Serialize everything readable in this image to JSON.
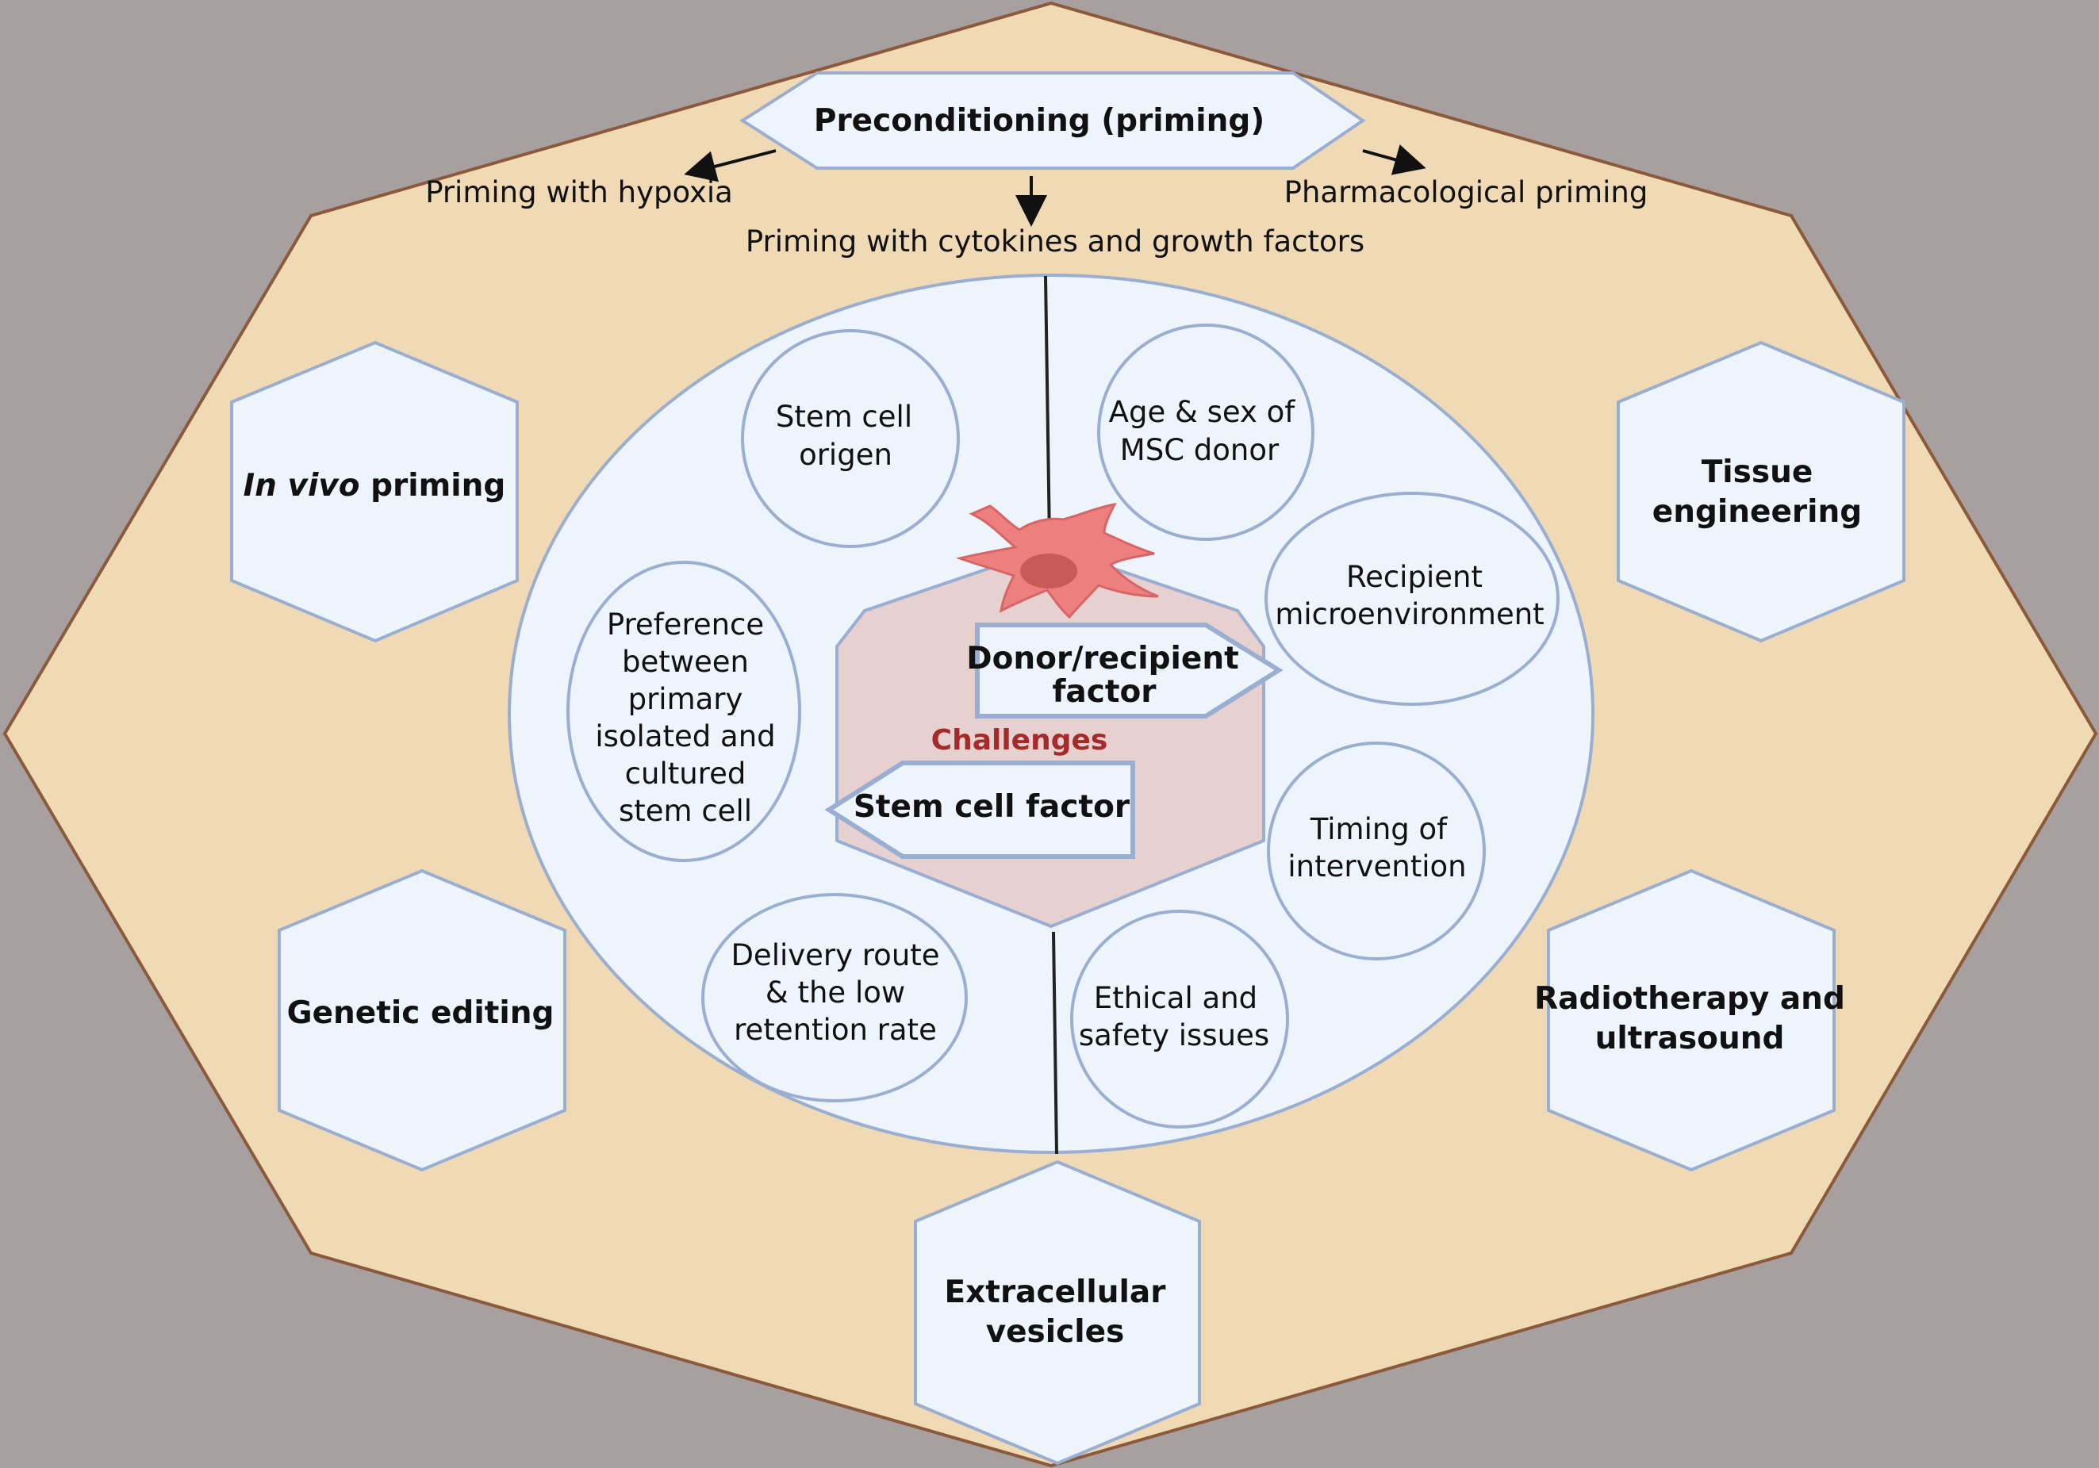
{
  "top_banner": {
    "label": "Preconditioning (priming)"
  },
  "priming_types": {
    "hypoxia": "Priming with hypoxia",
    "cytokines": "Priming with cytokines and growth factors",
    "pharmacological": "Pharmacological priming"
  },
  "strategies": {
    "in_vivo_italic": "In vivo",
    "in_vivo_rest": "priming",
    "genetic_editing": "Genetic editing",
    "tissue_engineering": [
      "Tissue",
      "engineering"
    ],
    "radiotherapy": [
      "Radiotherapy and",
      "ultrasound"
    ],
    "extracellular_vesicles": [
      "Extracellular",
      "vesicles"
    ]
  },
  "challenges": {
    "title": "Challenges",
    "donor_factor": [
      "Donor/recipient",
      "factor"
    ],
    "stem_cell_factor": "Stem cell factor"
  },
  "stem_cell_factors": {
    "origen": [
      "Stem cell",
      "origen"
    ],
    "preference": [
      "Preference",
      "between",
      "primary",
      "isolated and",
      "cultured",
      "stem cell"
    ],
    "delivery": [
      "Delivery route",
      "& the low",
      "retention rate"
    ]
  },
  "donor_factors": {
    "age_sex": [
      "Age & sex of",
      "MSC donor"
    ],
    "recipient": [
      "Recipient",
      "microenvironment"
    ],
    "timing": [
      "Timing of",
      "intervention"
    ],
    "ethical": [
      "Ethical and",
      "safety issues"
    ]
  },
  "colors": {
    "background": "#a8a0a0",
    "octagon_fill": "#f0d9b5",
    "octagon_stroke": "#8a5a3a",
    "node_fill": "#edf4fc",
    "node_stroke": "#9aaed2",
    "challenge_fill": "#e6d0d0",
    "challenge_title": "#a52a2a",
    "cell": "#ee7f7f",
    "nucleus": "#c95a5a"
  }
}
